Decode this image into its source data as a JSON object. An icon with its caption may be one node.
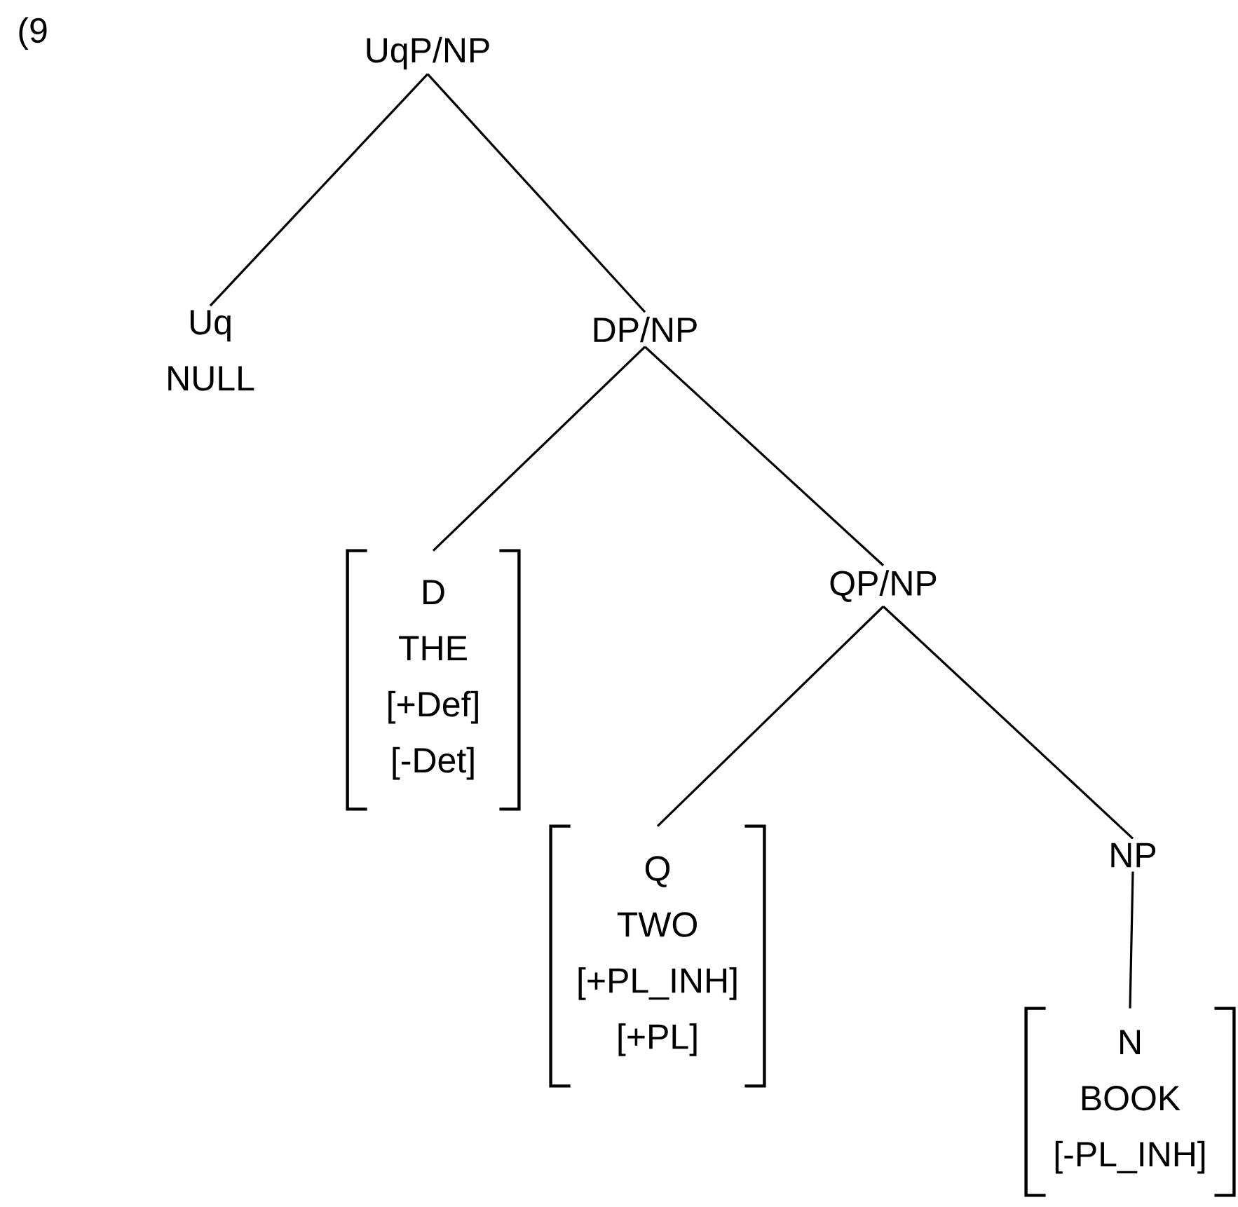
{
  "diagram": {
    "nodes": [
      {
        "text": [
          "UqP/NP"
        ]
      },
      {
        "text": [
          "Uq",
          "NULL"
        ]
      },
      {
        "text": [
          "DP/NP"
        ]
      },
      {
        "text": [
          "D",
          "THE",
          "[+Def]",
          "[-Det]"
        ]
      },
      {
        "text": [
          "QP/NP"
        ]
      },
      {
        "text": [
          "Q",
          "TWO",
          "[+PL_INH]",
          "[+PL]"
        ]
      },
      {
        "text": [
          "NP"
        ]
      },
      {
        "text": [
          "N",
          "BOOK",
          "[-PL_INH]"
        ]
      }
    ],
    "edges": [
      {
        "from": 0,
        "to": 1,
        "arrow": "none"
      },
      {
        "from": 0,
        "to": 2,
        "arrow": "none"
      },
      {
        "from": 2,
        "to": 3,
        "arrow": "none"
      },
      {
        "from": 2,
        "to": 4,
        "arrow": "none"
      },
      {
        "from": 4,
        "to": 5,
        "arrow": "none"
      },
      {
        "from": 4,
        "to": 6,
        "arrow": "none"
      },
      {
        "from": 6,
        "to": 7,
        "arrow": "none"
      }
    ],
    "labels": [
      "(9"
    ]
  }
}
